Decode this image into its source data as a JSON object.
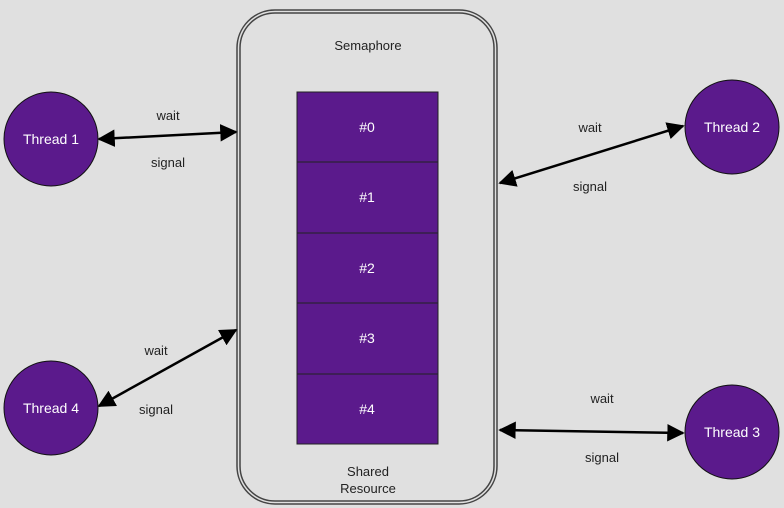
{
  "diagram": {
    "semaphore_label": "Semaphore",
    "shared_resource_line1": "Shared",
    "shared_resource_line2": "Resource",
    "slots": [
      "#0",
      "#1",
      "#2",
      "#3",
      "#4"
    ],
    "threads": {
      "t1": "Thread 1",
      "t2": "Thread 2",
      "t3": "Thread 3",
      "t4": "Thread 4"
    },
    "edges": {
      "t1": {
        "wait": "wait",
        "signal": "signal"
      },
      "t2": {
        "wait": "wait",
        "signal": "signal"
      },
      "t3": {
        "wait": "wait",
        "signal": "signal"
      },
      "t4": {
        "wait": "wait",
        "signal": "signal"
      }
    }
  },
  "colors": {
    "background": "#e0e0e0",
    "thread_fill": "#5b1a8c",
    "slot_fill": "#5b1a8c",
    "container_border": "#444444",
    "arrow": "#000000"
  }
}
